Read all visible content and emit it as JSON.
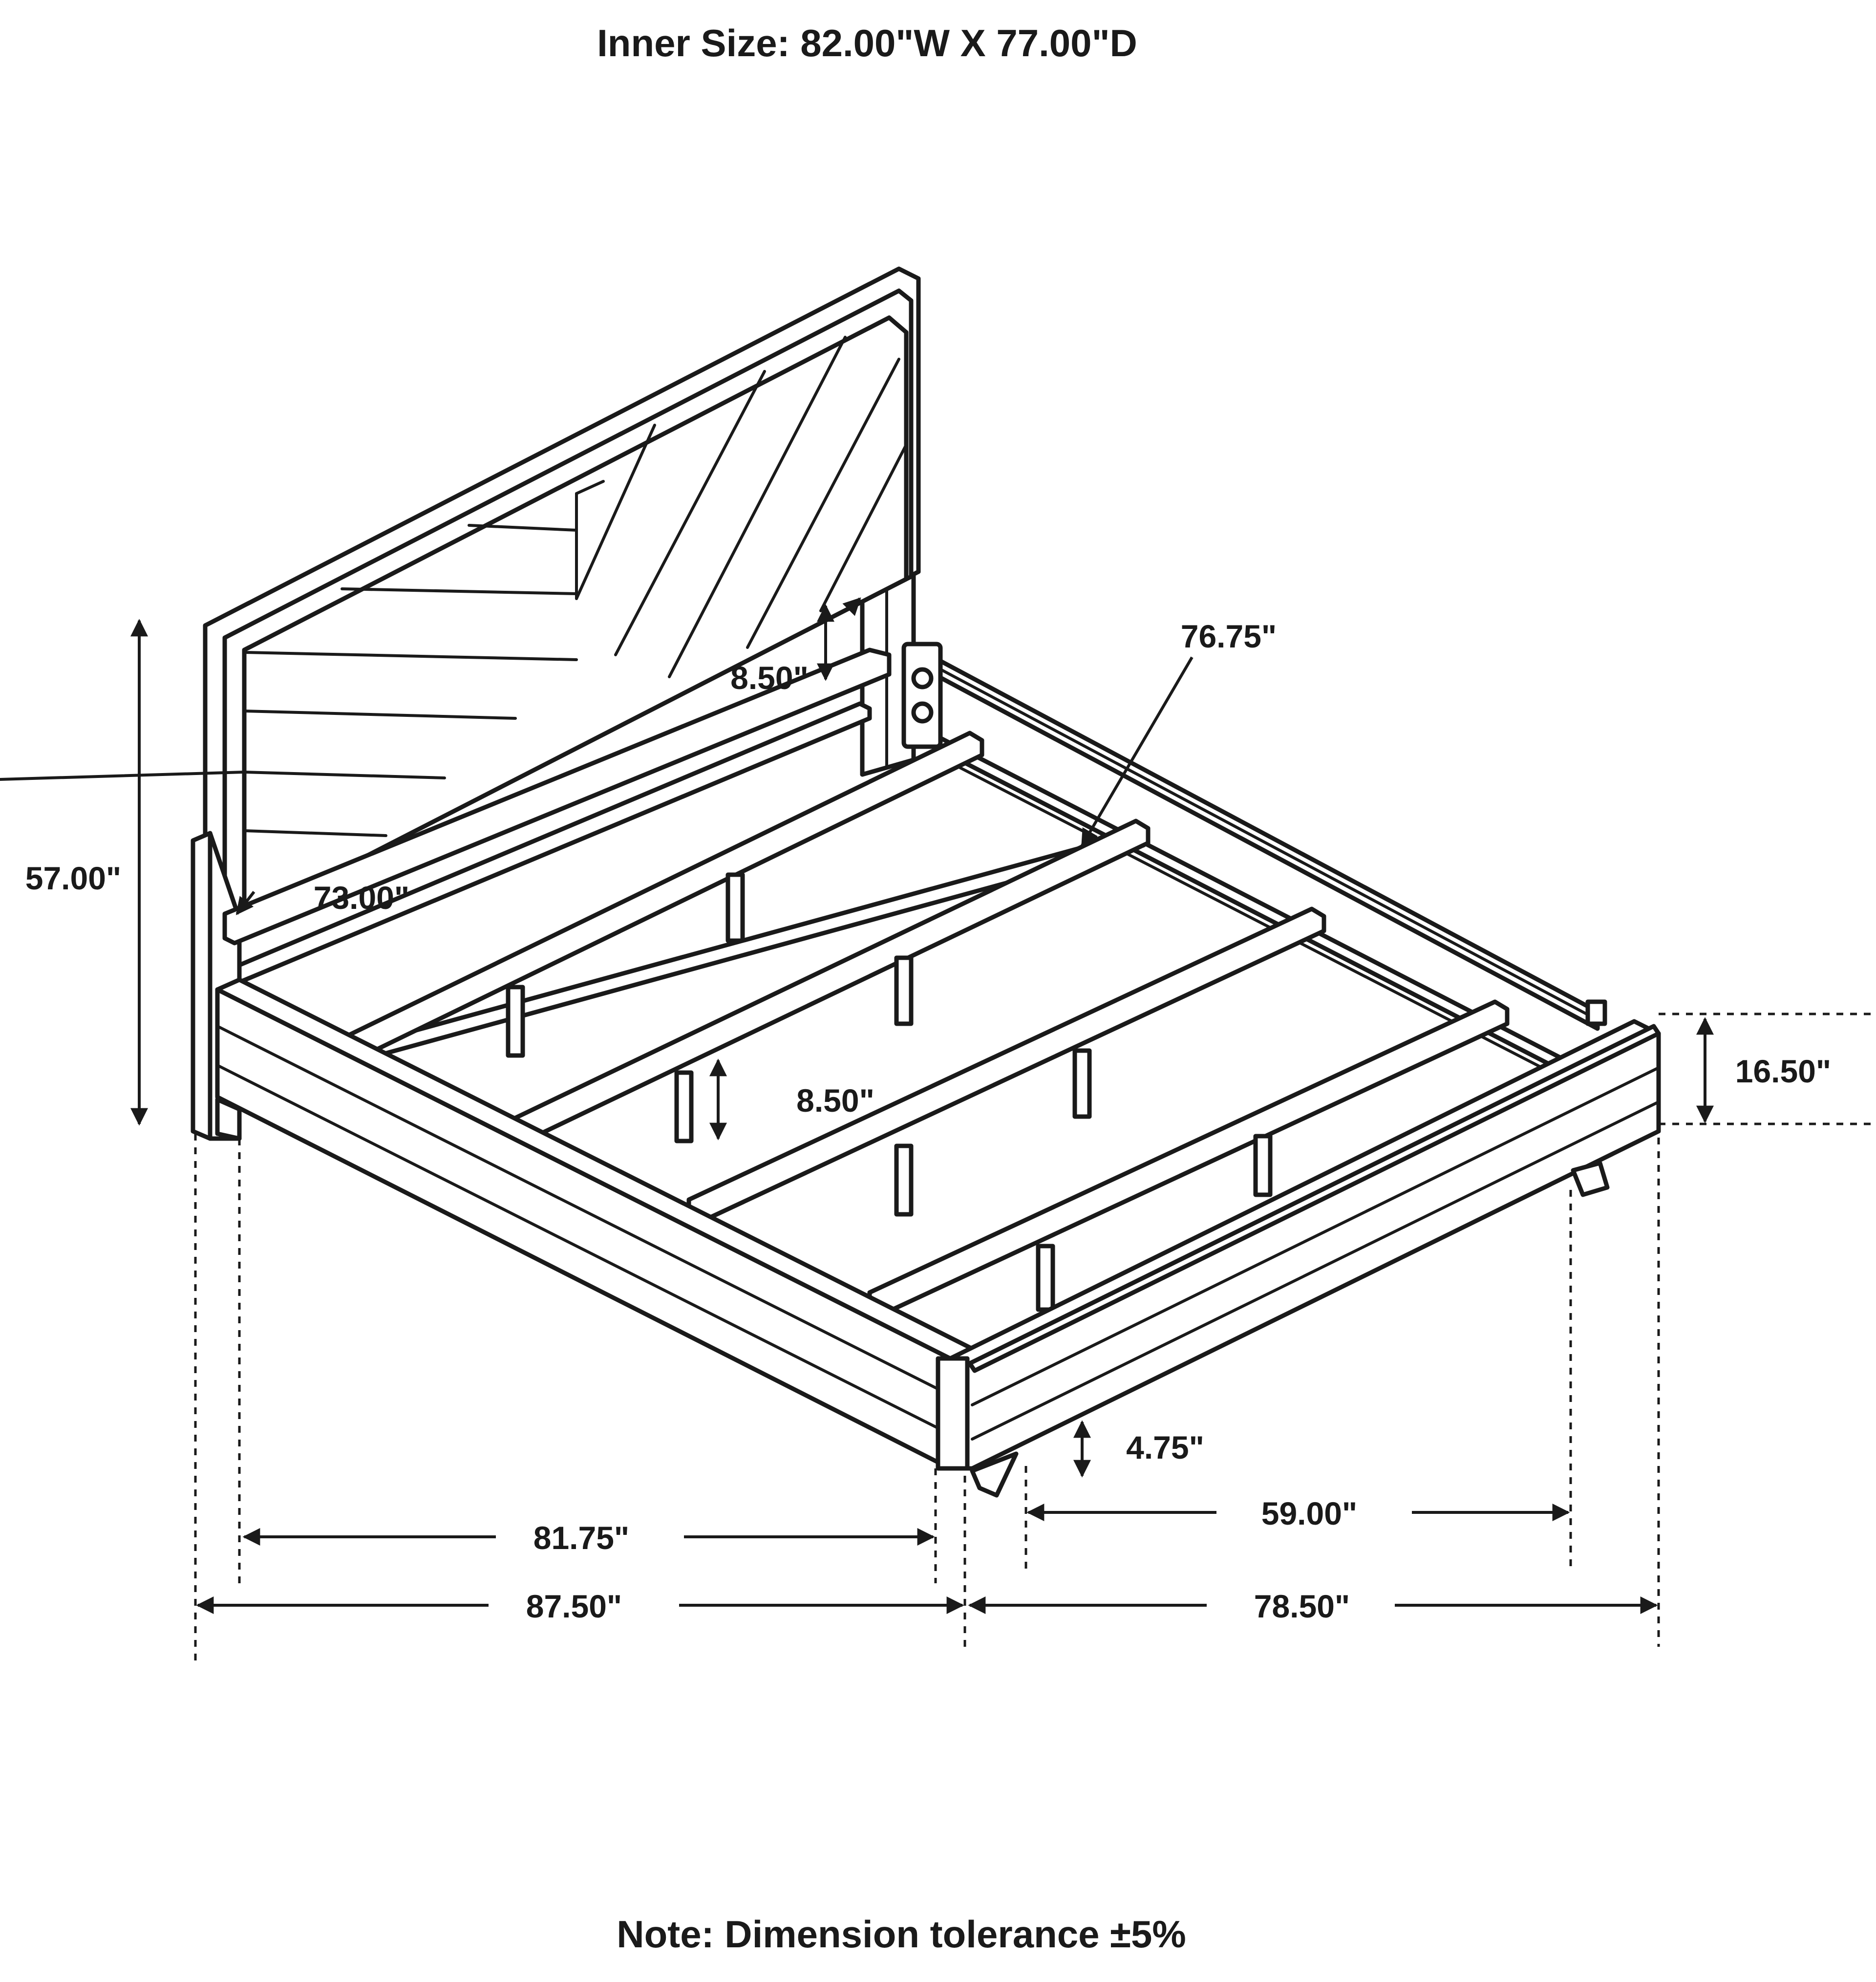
{
  "header": {
    "title": "Inner Size: 82.00\"W X 77.00\"D"
  },
  "dimensions": {
    "overall_height": "57.00\"",
    "headboard_width": "73.00\"",
    "headboard_gap": "8.50\"",
    "inner_length": "76.75\"",
    "slat_leg_height": "8.50\"",
    "footboard_height": "16.50\"",
    "clearance": "4.75\"",
    "inner_side_length": "81.75\"",
    "overall_length": "87.50\"",
    "leg_spacing": "59.00\"",
    "overall_width": "78.50\""
  },
  "footer": {
    "note": "Note: Dimension tolerance ±5%"
  },
  "colors": {
    "line": "#1a1a1a",
    "background": "#ffffff"
  }
}
